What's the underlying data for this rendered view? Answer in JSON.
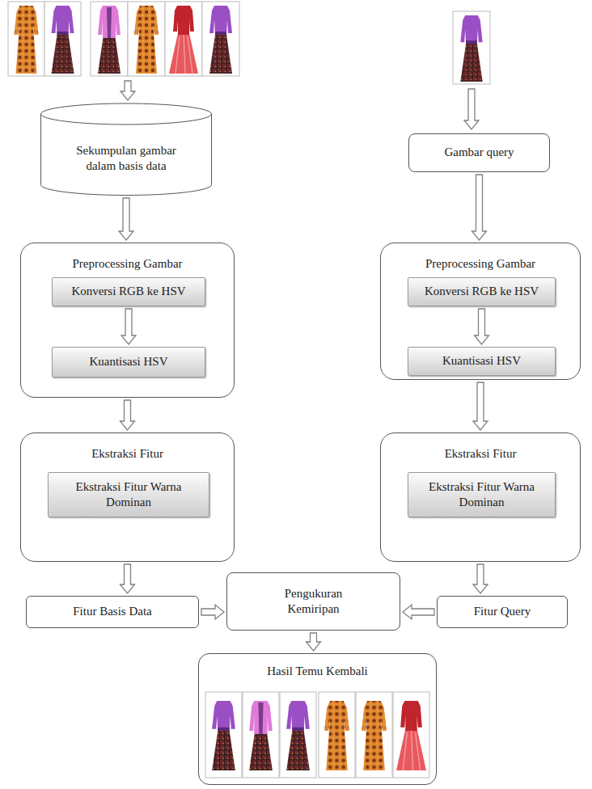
{
  "diagram": {
    "nodes": [
      {
        "text": [
          "Sekumpulan gambar dalam basis data"
        ]
      },
      {
        "text": [
          "Gambar query"
        ]
      },
      {
        "text": [
          "Preprocessing Gambar"
        ]
      },
      {
        "text": [
          "Konversi RGB ke HSV"
        ],
        "in": 2
      },
      {
        "text": [
          "Kuantisasi HSV"
        ],
        "in": 2
      },
      {
        "text": [
          "Preprocessing Gambar"
        ]
      },
      {
        "text": [
          "Konversi RGB ke HSV"
        ],
        "in": 5
      },
      {
        "text": [
          "Kuantisasi HSV"
        ],
        "in": 5
      },
      {
        "text": [
          "Ekstraksi Fitur"
        ]
      },
      {
        "text": [
          "Ekstraksi Fitur Warna Dominan"
        ],
        "in": 8
      },
      {
        "text": [
          "Ekstraksi Fitur"
        ]
      },
      {
        "text": [
          "Ekstraksi Fitur Warna Dominan"
        ],
        "in": 10
      },
      {
        "text": [
          "Fitur Basis Data"
        ]
      },
      {
        "text": [
          "Pengukuran Kemiripan"
        ]
      },
      {
        "text": [
          "Fitur Query"
        ]
      },
      {
        "text": [
          "Hasil Temu Kembali"
        ]
      }
    ],
    "edges": [
      {
        "from": 0,
        "to": 2,
        "arrow": "to"
      },
      {
        "from": 3,
        "to": 4,
        "arrow": "to"
      },
      {
        "from": 2,
        "to": 8,
        "arrow": "to"
      },
      {
        "from": 8,
        "to": 12,
        "arrow": "to"
      },
      {
        "from": 1,
        "to": 5,
        "arrow": "to"
      },
      {
        "from": 6,
        "to": 7,
        "arrow": "to"
      },
      {
        "from": 5,
        "to": 10,
        "arrow": "to"
      },
      {
        "from": 10,
        "to": 14,
        "arrow": "to"
      },
      {
        "from": 12,
        "to": 13,
        "arrow": "to"
      },
      {
        "from": 14,
        "to": 13,
        "arrow": "to"
      },
      {
        "from": 13,
        "to": 15,
        "arrow": "to"
      }
    ]
  }
}
